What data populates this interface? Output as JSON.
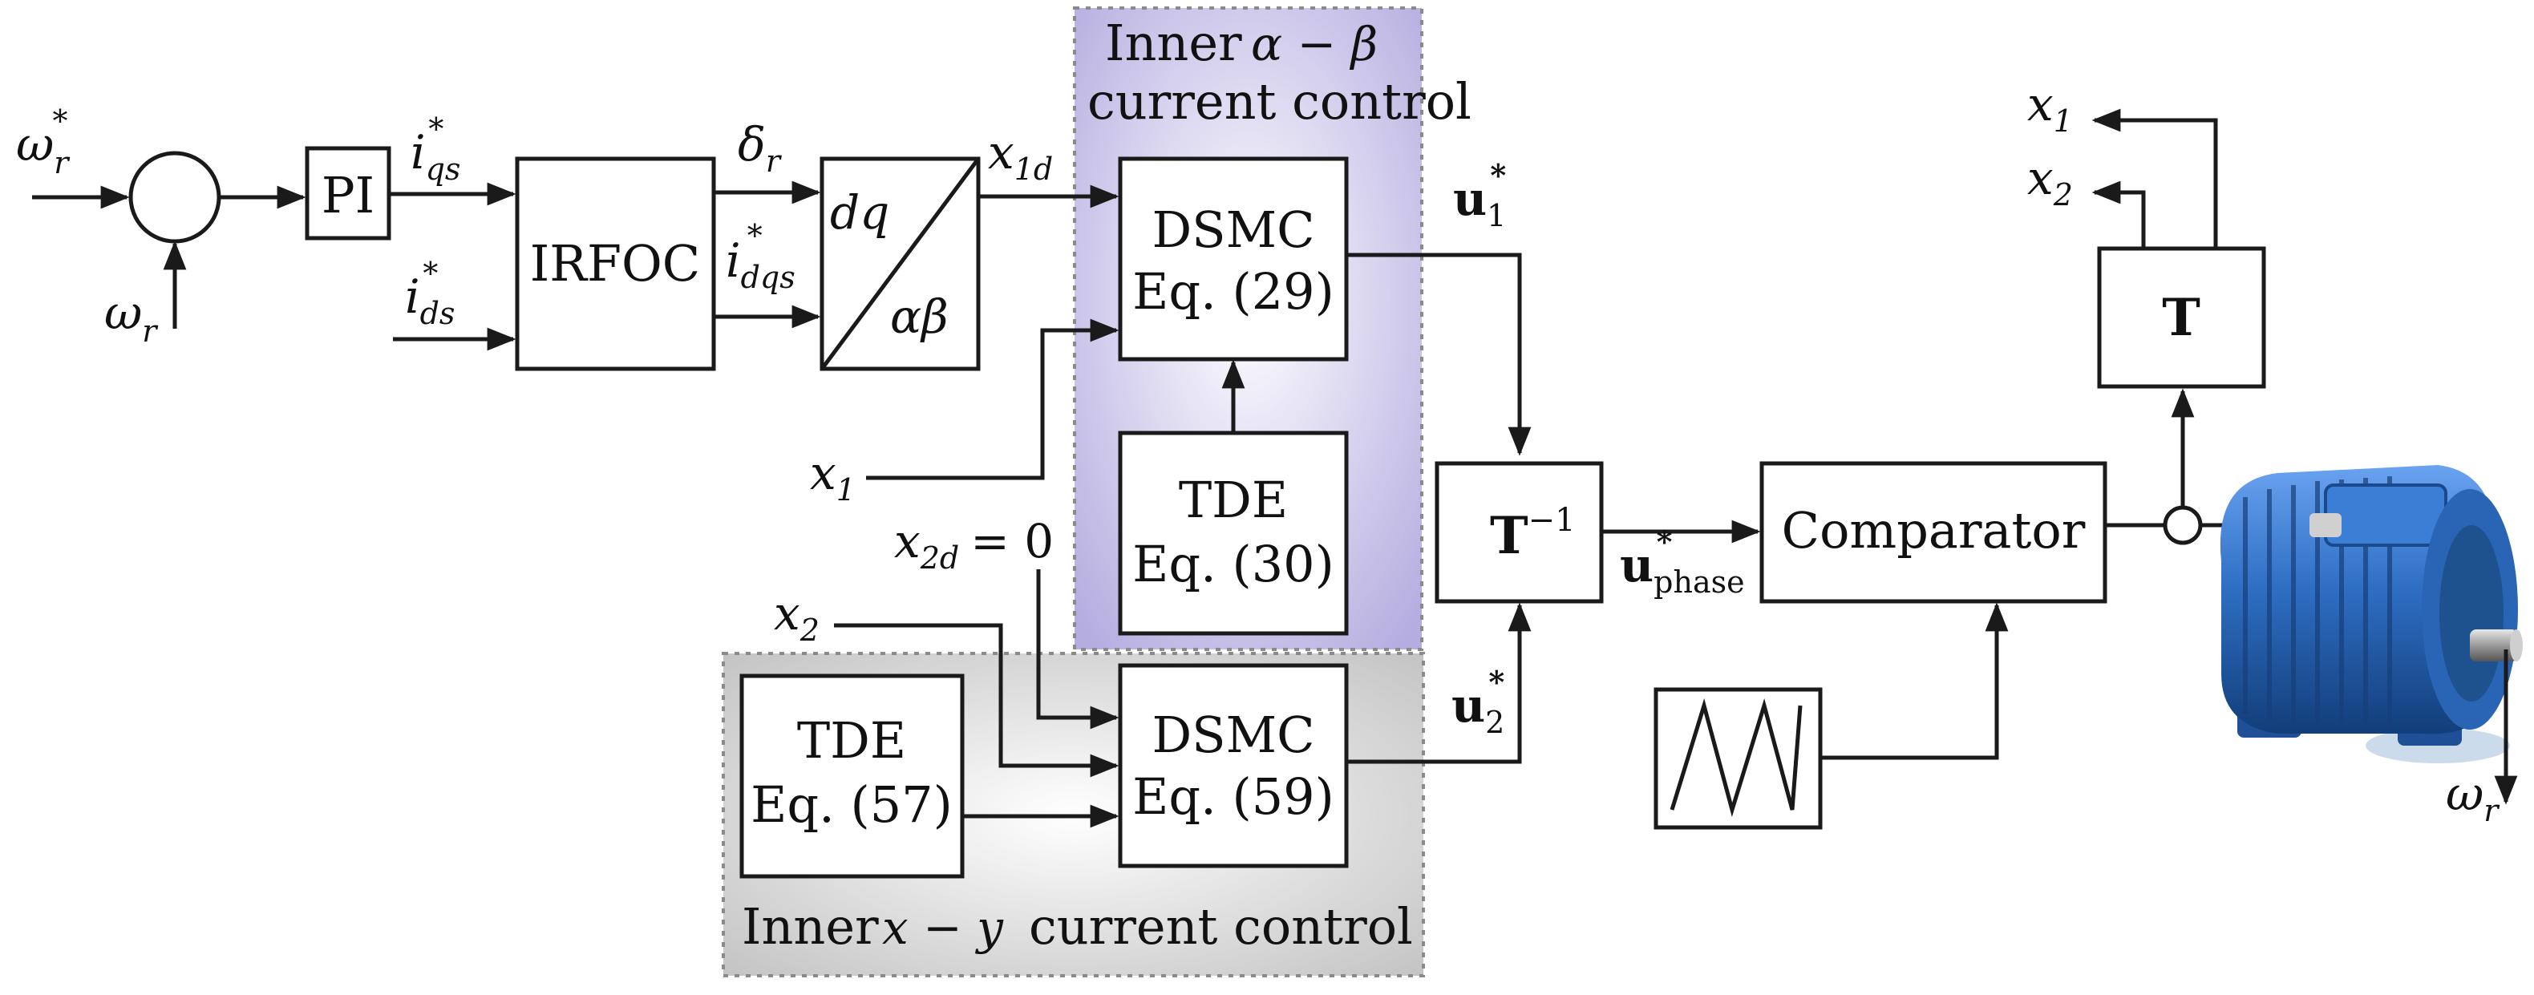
{
  "regions": {
    "inner_ab_title_line1": "Inner",
    "inner_ab_title_math": "α − β",
    "inner_ab_title_line2": "current control",
    "inner_xy_title_prefix": "Inner",
    "inner_xy_title_math": "x − y",
    "inner_xy_title_suffix": "current control"
  },
  "blocks": {
    "pi": "PI",
    "irfoc": "IRFOC",
    "transform_top": "dq",
    "transform_bottom": "αβ",
    "dsmc_top_name": "DSMC",
    "dsmc_top_eq": "Eq. (29)",
    "tde_top_name": "TDE",
    "tde_top_eq": "Eq. (30)",
    "dsmc_bottom_name": "DSMC",
    "dsmc_bottom_eq": "Eq. (59)",
    "tde_bottom_name": "TDE",
    "tde_bottom_eq": "Eq. (57)",
    "t_inverse": "T",
    "t_inverse_sup": "−1",
    "comparator": "Comparator",
    "t_block": "T"
  },
  "signals": {
    "wr_star": "ω",
    "wr_star_sub": "r",
    "wr_star_sup": "*",
    "wr_feedback": "ω",
    "wr_feedback_sub": "r",
    "iqs_star": "i",
    "iqs_star_sub": "qs",
    "iqs_star_sup": "*",
    "ids_star": "i",
    "ids_star_sub": "ds",
    "ids_star_sup": "*",
    "delta_r": "δ",
    "delta_r_sub": "r",
    "idqs_star": "i",
    "idqs_star_sub": "dqs",
    "idqs_star_sup": "*",
    "x1d": "x",
    "x1d_sub": "1d",
    "x1_in": "x",
    "x1_in_sub": "1",
    "x2d_eq": "x",
    "x2d_eq_sub": "2d",
    "x2d_eq_rhs": "= 0",
    "x2_in": "x",
    "x2_in_sub": "2",
    "u1_star": "u",
    "u1_star_sub": "1",
    "u1_star_sup": "*",
    "u2_star": "u",
    "u2_star_sub": "2",
    "u2_star_sup": "*",
    "u_phase_star": "u",
    "u_phase_star_sub": "phase",
    "u_phase_star_sup": "*",
    "x1_out": "x",
    "x1_out_sub": "1",
    "x2_out": "x",
    "x2_out_sub": "2",
    "wr_out": "ω",
    "wr_out_sub": "r"
  },
  "colors": {
    "alpha_beta_region": "#c9c3e6",
    "x_y_region": "#dcdcdc",
    "motor_body": "#2f6fc4"
  },
  "icons": {
    "motor": "electric-motor-icon",
    "carrier": "triangle-wave-icon"
  }
}
